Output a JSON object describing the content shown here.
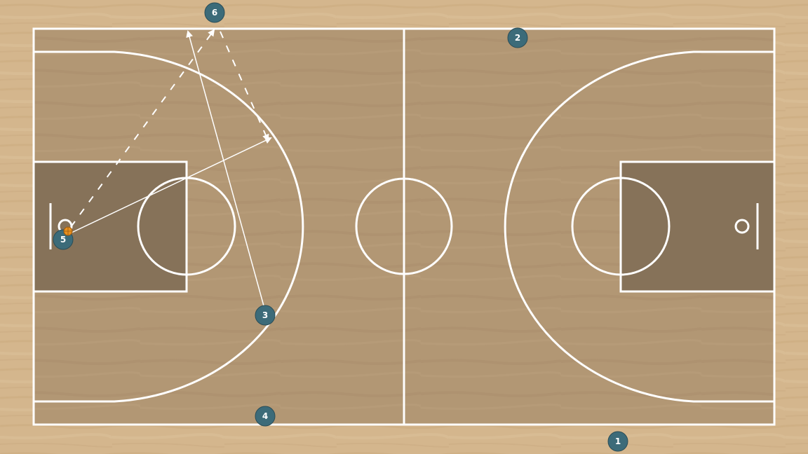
{
  "diagram": {
    "type": "basketball-play-diagram",
    "colors": {
      "floor": "#d2b48c",
      "court": "#b19672",
      "paint": "#867259",
      "lines": "#ffffff",
      "player_fill": "#3c6b79",
      "ball": "#e8901f"
    },
    "players": [
      {
        "label": "1"
      },
      {
        "label": "2"
      },
      {
        "label": "3"
      },
      {
        "label": "4"
      },
      {
        "label": "5",
        "has_ball": true
      },
      {
        "label": "6"
      }
    ],
    "actions": [
      {
        "type": "pass",
        "from": "5",
        "to": "6",
        "style": "dashed"
      },
      {
        "type": "pass",
        "from": "6",
        "style": "dashed"
      },
      {
        "type": "cut",
        "player": "3",
        "style": "solid"
      },
      {
        "type": "cut",
        "player": "5",
        "style": "solid"
      }
    ]
  }
}
